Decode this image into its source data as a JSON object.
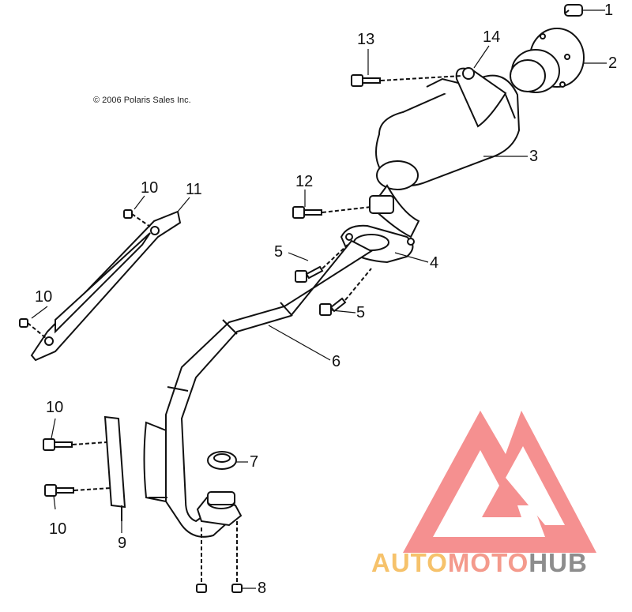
{
  "diagram": {
    "copyright": "© 2006 Polaris Sales Inc.",
    "callouts": [
      {
        "id": "c1",
        "label": "1"
      },
      {
        "id": "c2",
        "label": "2"
      },
      {
        "id": "c3",
        "label": "3"
      },
      {
        "id": "c4",
        "label": "4"
      },
      {
        "id": "c5a",
        "label": "5"
      },
      {
        "id": "c5b",
        "label": "5"
      },
      {
        "id": "c6",
        "label": "6"
      },
      {
        "id": "c7",
        "label": "7"
      },
      {
        "id": "c8",
        "label": "8"
      },
      {
        "id": "c9",
        "label": "9"
      },
      {
        "id": "c10a",
        "label": "10"
      },
      {
        "id": "c10b",
        "label": "10"
      },
      {
        "id": "c10c",
        "label": "10"
      },
      {
        "id": "c10d",
        "label": "10"
      },
      {
        "id": "c11",
        "label": "11"
      },
      {
        "id": "c12",
        "label": "12"
      },
      {
        "id": "c13",
        "label": "13"
      },
      {
        "id": "c14",
        "label": "14"
      }
    ]
  },
  "watermark": {
    "part1": "AUTO",
    "part2": "MOTO",
    "part3": "HUB",
    "colors": {
      "triangle": "#f26b6b",
      "auto": "#f6c26b",
      "moto": "#f49a8c",
      "hub": "#8d8d8d"
    }
  }
}
